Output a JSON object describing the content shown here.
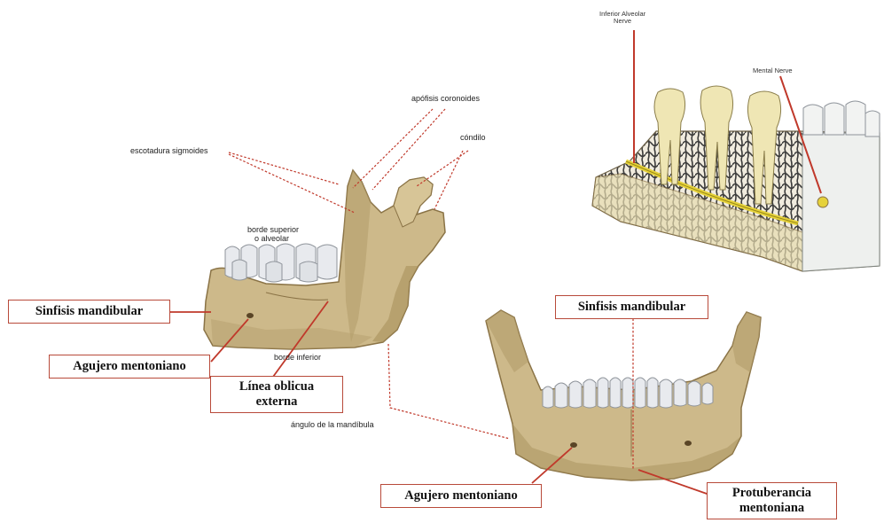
{
  "labels": {
    "sinfisis_left": "Sinfisis mandibular",
    "agujero_left": "Agujero mentoniano",
    "linea_1": "Línea oblicua",
    "linea_2": "externa",
    "sinfisis_right": "Sinfisis mandibular",
    "agujero_right": "Agujero mentoniano",
    "protuberancia_1": "Protuberancia",
    "protuberancia_2": "mentoniana"
  },
  "small_labels": {
    "apofisis": "apófisis coronoides",
    "condilo": "cóndilo",
    "escotadura": "escotadura sigmoides",
    "borde_superior_1": "borde superior",
    "borde_superior_2": "o alveolar",
    "borde_inferior": "borde inferior",
    "angulo": "ángulo de la mandíbula"
  },
  "nerve_labels": {
    "inferior_alveolar_1": "Inferior Alveolar",
    "inferior_alveolar_2": "Nerve",
    "mental": "Mental Nerve"
  },
  "colors": {
    "bone": "#cdb98a",
    "bone_shade": "#a8915c",
    "tooth": "#e8eaee",
    "nerve": "#e6d23a",
    "leader": "#c0392b",
    "box_border": "#b84a3a"
  }
}
